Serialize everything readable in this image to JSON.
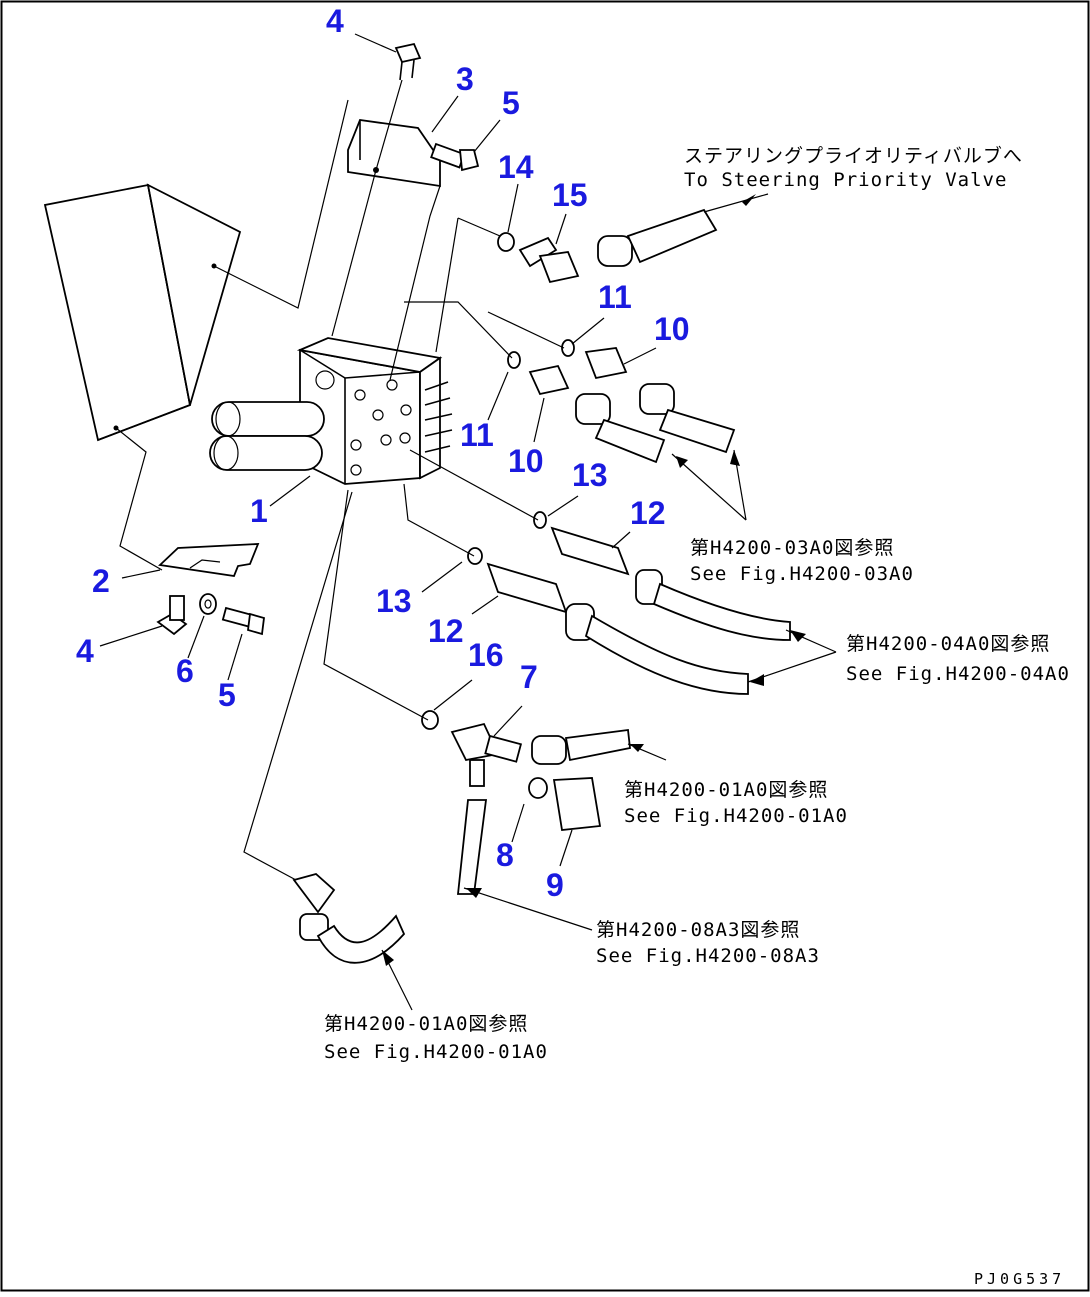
{
  "colors": {
    "callout": "#1a1adf",
    "line": "#000000",
    "background": "#ffffff"
  },
  "callouts": [
    "4",
    "3",
    "5",
    "14",
    "15",
    "11",
    "10",
    "11",
    "10",
    "13",
    "12",
    "1",
    "2",
    "4",
    "6",
    "5",
    "13",
    "12",
    "16",
    "7",
    "8",
    "9"
  ],
  "notes": {
    "steering_jp": "ステアリングプライオリティバルブへ",
    "steering_en": "To Steering Priority Valve",
    "fig03_jp": "第H4200-03A0図参照",
    "fig03_en": "See Fig.H4200-03A0",
    "fig04_jp": "第H4200-04A0図参照",
    "fig04_en": "See Fig.H4200-04A0",
    "fig01a_jp": "第H4200-01A0図参照",
    "fig01a_en": "See Fig.H4200-01A0",
    "fig08_jp": "第H4200-08A3図参照",
    "fig08_en": "See Fig.H4200-08A3",
    "fig01b_jp": "第H4200-01A0図参照",
    "fig01b_en": "See Fig.H4200-01A0"
  },
  "drawing_code": "PJ0G537"
}
